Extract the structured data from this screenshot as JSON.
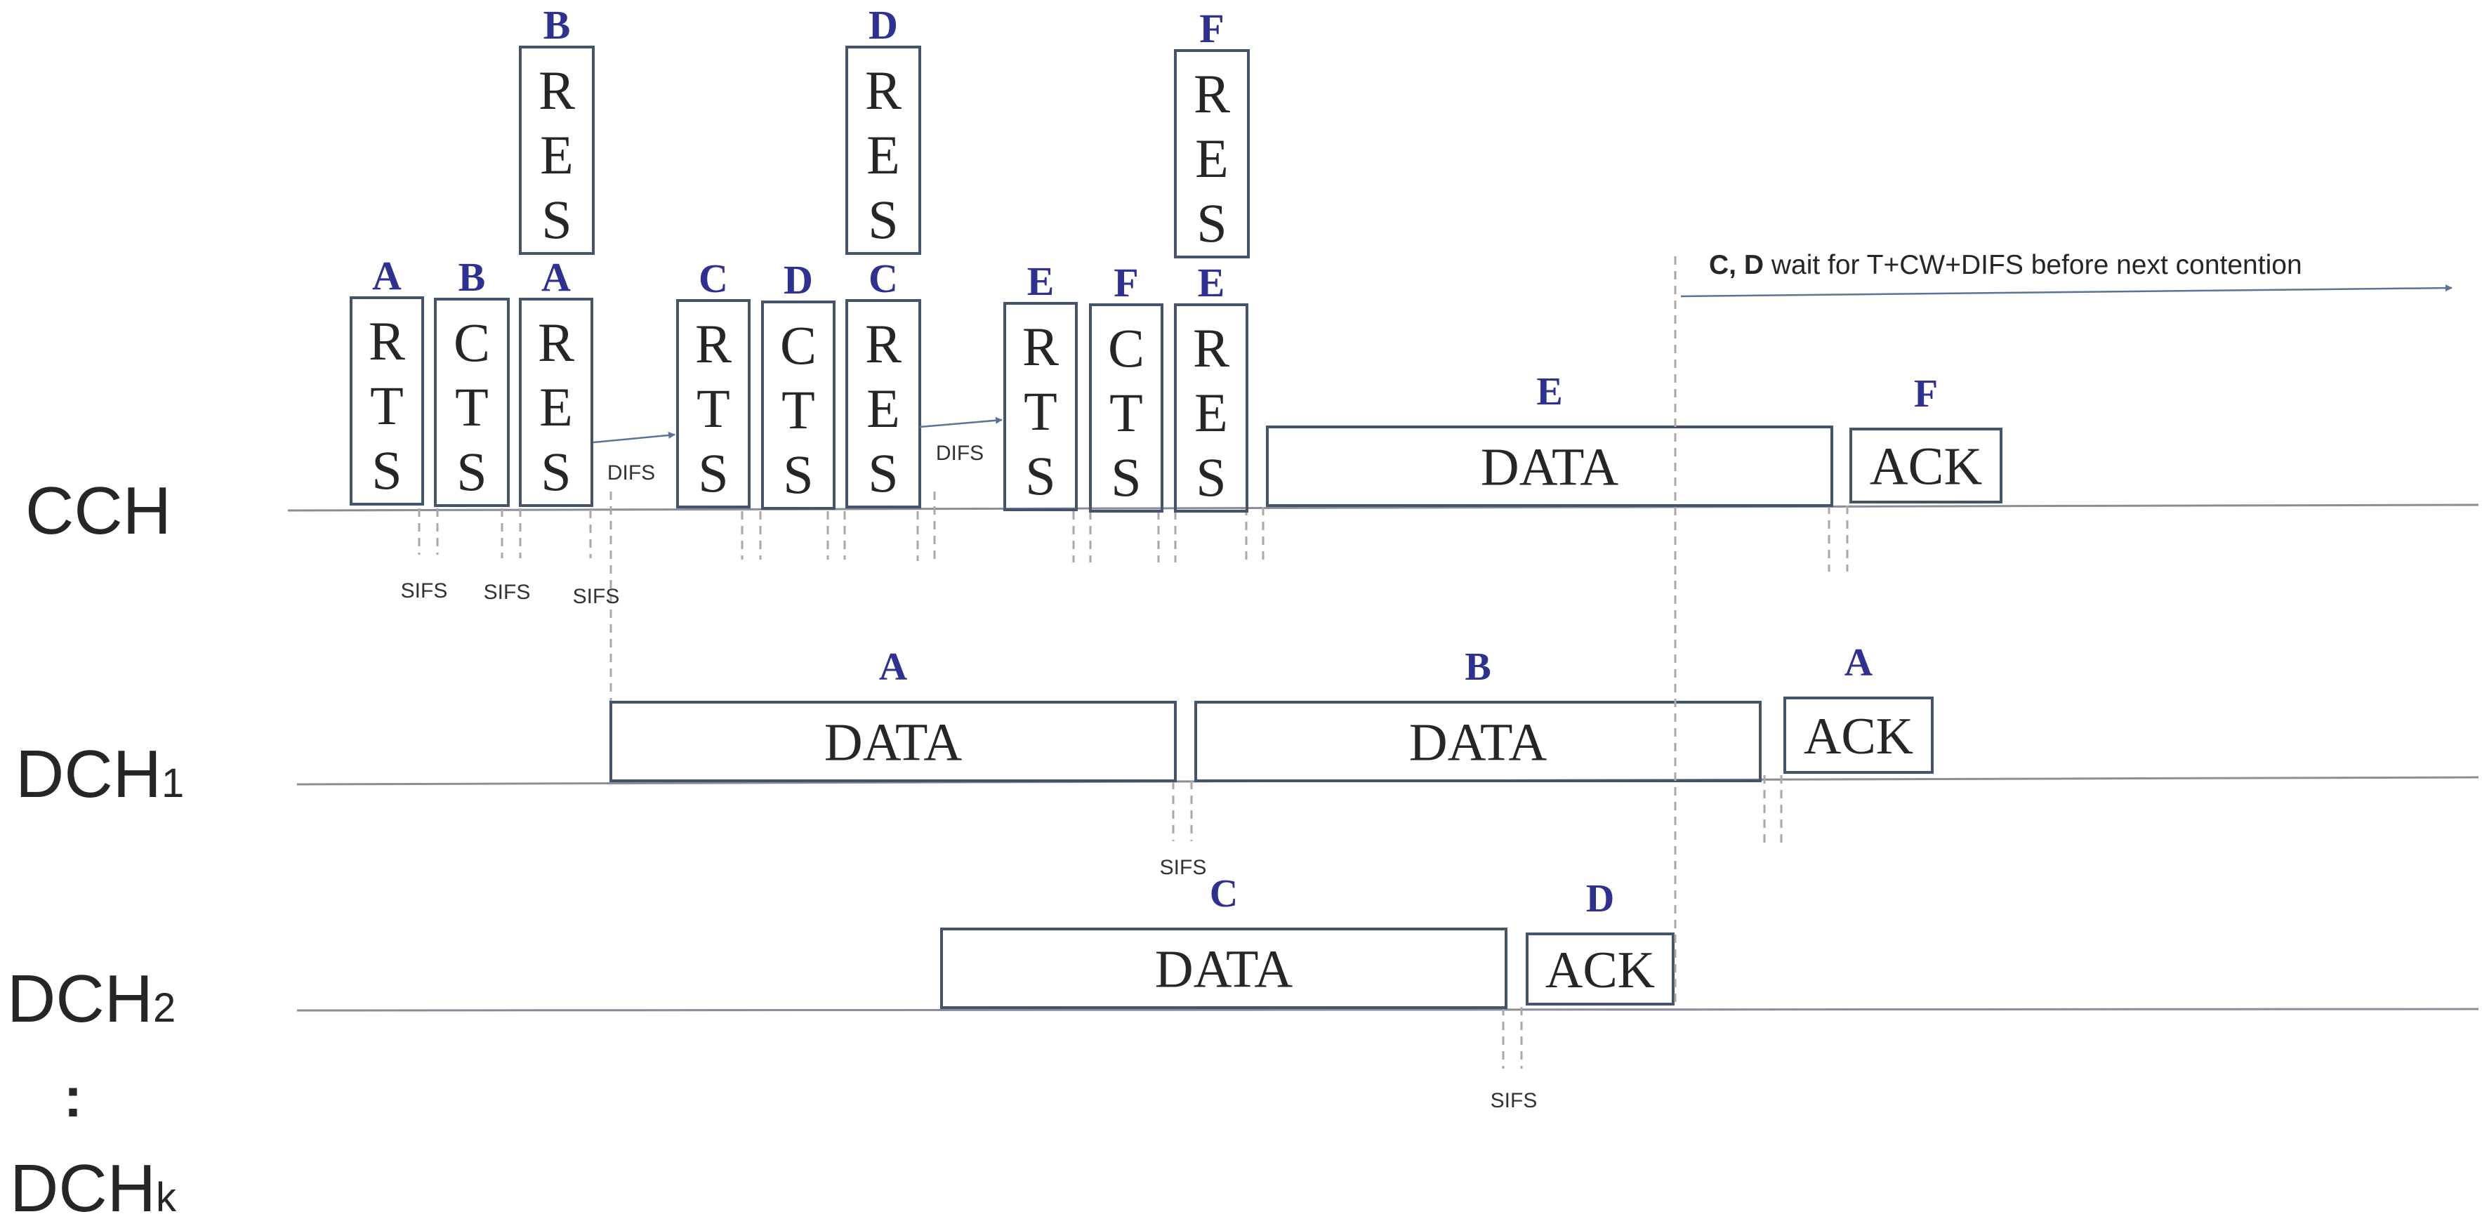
{
  "channels": [
    {
      "id": "cch",
      "label": "CCH",
      "sub": ""
    },
    {
      "id": "dch1",
      "label": "DCH",
      "sub": "1"
    },
    {
      "id": "dch2",
      "label": "DCH",
      "sub": "2"
    },
    {
      "id": "dchk",
      "label": "DCH",
      "sub": "k"
    }
  ],
  "ellipsis": ":",
  "control_frames": [
    {
      "node": "A",
      "letters": [
        "R",
        "T",
        "S"
      ]
    },
    {
      "node": "B",
      "letters": [
        "C",
        "T",
        "S"
      ]
    },
    {
      "node": "A",
      "letters": [
        "R",
        "E",
        "S"
      ]
    },
    {
      "node": "B",
      "letters": [
        "R",
        "E",
        "S"
      ]
    },
    {
      "node": "C",
      "letters": [
        "R",
        "T",
        "S"
      ]
    },
    {
      "node": "D",
      "letters": [
        "C",
        "T",
        "S"
      ]
    },
    {
      "node": "C",
      "letters": [
        "R",
        "E",
        "S"
      ]
    },
    {
      "node": "D",
      "letters": [
        "R",
        "E",
        "S"
      ]
    },
    {
      "node": "E",
      "letters": [
        "R",
        "T",
        "S"
      ]
    },
    {
      "node": "F",
      "letters": [
        "C",
        "T",
        "S"
      ]
    },
    {
      "node": "E",
      "letters": [
        "R",
        "E",
        "S"
      ]
    },
    {
      "node": "F",
      "letters": [
        "R",
        "E",
        "S"
      ]
    }
  ],
  "data_frames": [
    {
      "node": "E",
      "label": "DATA",
      "channel": "cch"
    },
    {
      "node": "F",
      "label": "ACK",
      "channel": "cch"
    },
    {
      "node": "A",
      "label": "DATA",
      "channel": "dch1"
    },
    {
      "node": "B",
      "label": "DATA",
      "channel": "dch1"
    },
    {
      "node": "A",
      "label": "ACK",
      "channel": "dch1"
    },
    {
      "node": "C",
      "label": "DATA",
      "channel": "dch2"
    },
    {
      "node": "D",
      "label": "ACK",
      "channel": "dch2"
    }
  ],
  "gap_labels": [
    "SIFS",
    "SIFS",
    "SIFS",
    "DIFS",
    "DIFS",
    "SIFS",
    "SIFS"
  ],
  "note": {
    "bold": "C, D",
    "text": " wait for T+CW+DIFS before next contention"
  }
}
